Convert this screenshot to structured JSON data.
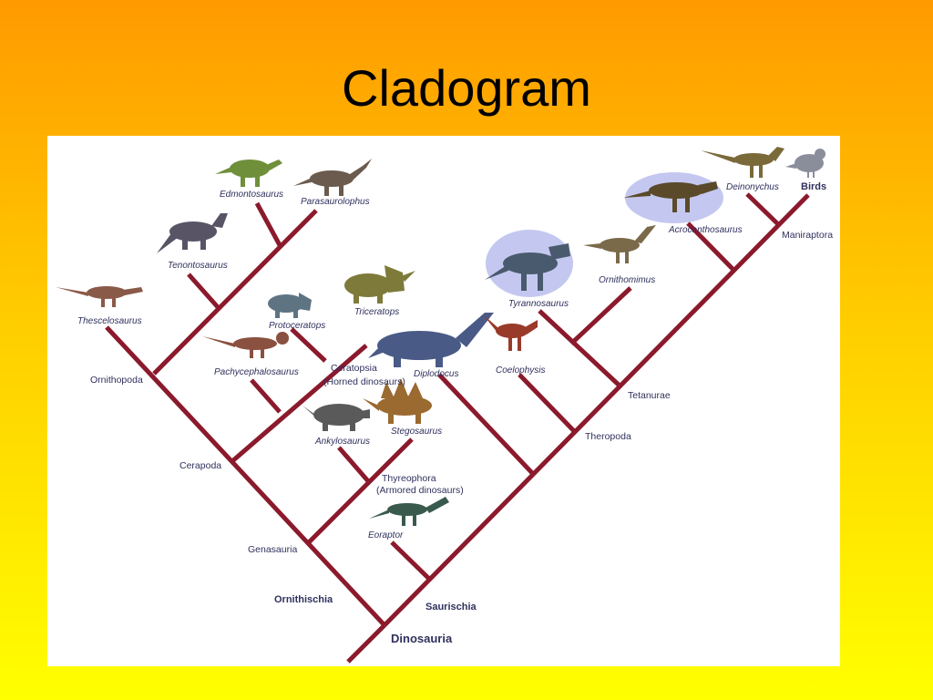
{
  "slide": {
    "title": "Cladogram"
  },
  "colors": {
    "branch": "#8b1a2c",
    "label": "#30305e",
    "highlight": "#c4c8f0"
  },
  "cladogram": {
    "root": "Dinosauria",
    "major_clades": {
      "ornithischia": "Ornithischia",
      "saurischia": "Saurischia"
    },
    "clades": {
      "genasauria": "Genasauria",
      "cerapoda": "Cerapoda",
      "ornithopoda": "Ornithopoda",
      "ceratopsia_1": "Ceratopsia",
      "ceratopsia_2": "(Horned dinosaurs)",
      "thyreophora_1": "Thyreophora",
      "thyreophora_2": "(Armored dinosaurs)",
      "theropoda": "Theropoda",
      "tetanurae": "Tetanurae",
      "maniraptora": "Maniraptora"
    },
    "taxa": {
      "edmontosaurus": "Edmontosaurus",
      "parasaurolophus": "Parasaurolophus",
      "tenontosaurus": "Tenontosaurus",
      "thescelosaurus": "Thescelosaurus",
      "protoceratops": "Protoceratops",
      "triceratops": "Triceratops",
      "pachycephalosaurus": "Pachycephalosaurus",
      "ankylosaurus": "Ankylosaurus",
      "stegosaurus": "Stegosaurus",
      "eoraptor": "Eoraptor",
      "diplodocus": "Diplodocus",
      "coelophysis": "Coelophysis",
      "tyrannosaurus": "Tyrannosaurus",
      "ornithomimus": "Ornithomimus",
      "acrocanthosaurus": "Acrocanthosaurus",
      "deinonychus": "Deinonychus",
      "birds": "Birds"
    },
    "illustrations": [
      "edmontosaurus-illustration",
      "parasaurolophus-illustration",
      "tenontosaurus-illustration",
      "thescelosaurus-illustration",
      "protoceratops-illustration",
      "triceratops-illustration",
      "pachycephalosaurus-illustration",
      "ankylosaurus-illustration",
      "stegosaurus-illustration",
      "eoraptor-illustration",
      "diplodocus-illustration",
      "coelophysis-illustration",
      "tyrannosaurus-illustration",
      "ornithomimus-illustration",
      "acrocanthosaurus-illustration",
      "deinonychus-illustration",
      "bird-illustration"
    ]
  }
}
